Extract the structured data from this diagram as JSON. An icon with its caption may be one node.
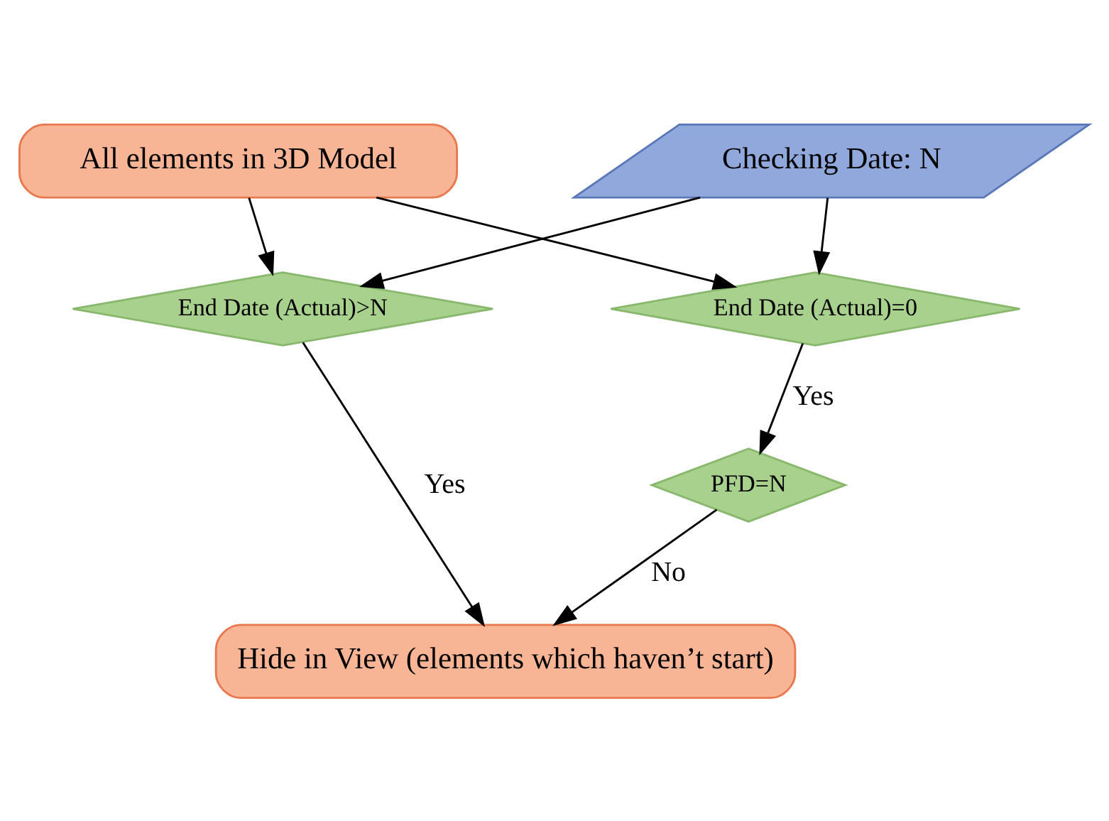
{
  "diagram": {
    "nodes": [
      {
        "text": [
          "All elements in 3D Model"
        ]
      },
      {
        "text": [
          "Checking Date: N"
        ]
      },
      {
        "text": [
          "End Date (Actual)=0"
        ]
      },
      {
        "text": [
          "End Date (Actual)>N"
        ]
      },
      {
        "text": [
          "PFD=N"
        ]
      },
      {
        "text": [
          "Hide in View (elements which haven’t start)"
        ]
      }
    ],
    "edges": [
      {
        "from": 0,
        "to": 2,
        "arrow": "to"
      },
      {
        "from": 0,
        "to": 3,
        "arrow": "to"
      },
      {
        "from": 1,
        "to": 2,
        "arrow": "to"
      },
      {
        "from": 1,
        "to": 3,
        "arrow": "to"
      },
      {
        "from": 2,
        "to": 4,
        "arrow": "to",
        "label": "Yes"
      },
      {
        "from": 4,
        "to": 5,
        "arrow": "to",
        "label": "No"
      },
      {
        "from": 3,
        "to": 5,
        "arrow": "to",
        "label": "Yes"
      }
    ]
  }
}
